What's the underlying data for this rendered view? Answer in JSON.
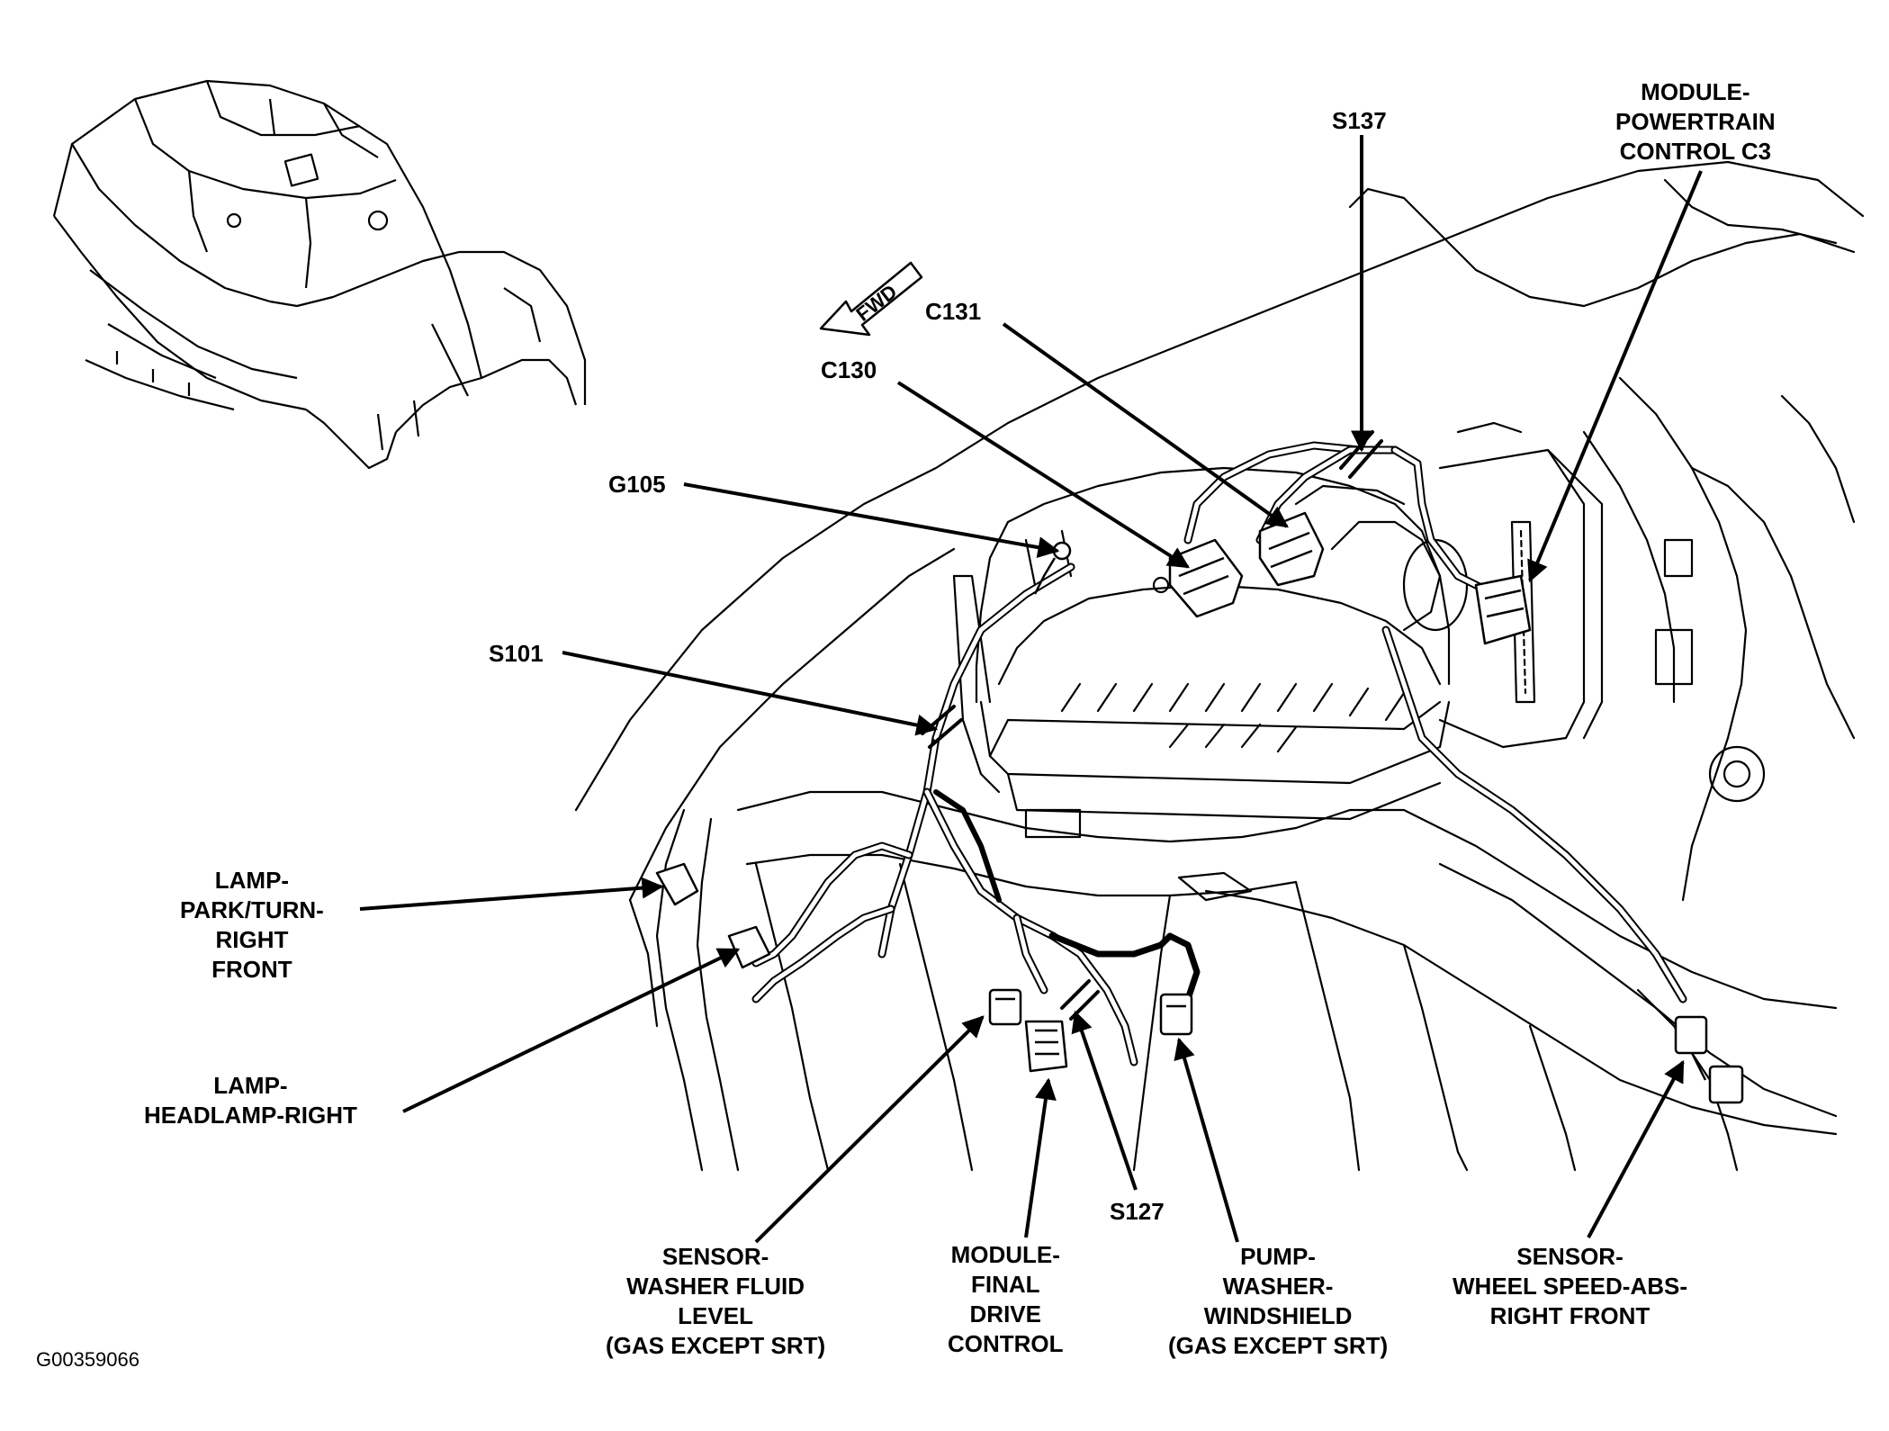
{
  "figure_id": "G00359066",
  "fwd_label": "FWD",
  "callouts": {
    "s137": [
      "S137"
    ],
    "module_pcm": [
      "MODULE-",
      "POWERTRAIN",
      "CONTROL C3"
    ],
    "c131": [
      "C131"
    ],
    "c130": [
      "C130"
    ],
    "g105": [
      "G105"
    ],
    "s101": [
      "S101"
    ],
    "lamp_park_turn": [
      "LAMP-",
      "PARK/TURN-",
      "RIGHT",
      "FRONT"
    ],
    "lamp_headlamp": [
      "LAMP-",
      "HEADLAMP-RIGHT"
    ],
    "sensor_washer": [
      "SENSOR-",
      "WASHER FLUID",
      "LEVEL",
      "(GAS EXCEPT SRT)"
    ],
    "module_final_drive": [
      "MODULE-",
      "FINAL",
      "DRIVE",
      "CONTROL"
    ],
    "s127": [
      "S127"
    ],
    "pump_washer": [
      "PUMP-",
      "WASHER-",
      "WINDSHIELD",
      "(GAS EXCEPT SRT)"
    ],
    "sensor_wheel_speed": [
      "SENSOR-",
      "WHEEL SPEED-ABS-",
      "RIGHT FRONT"
    ]
  }
}
